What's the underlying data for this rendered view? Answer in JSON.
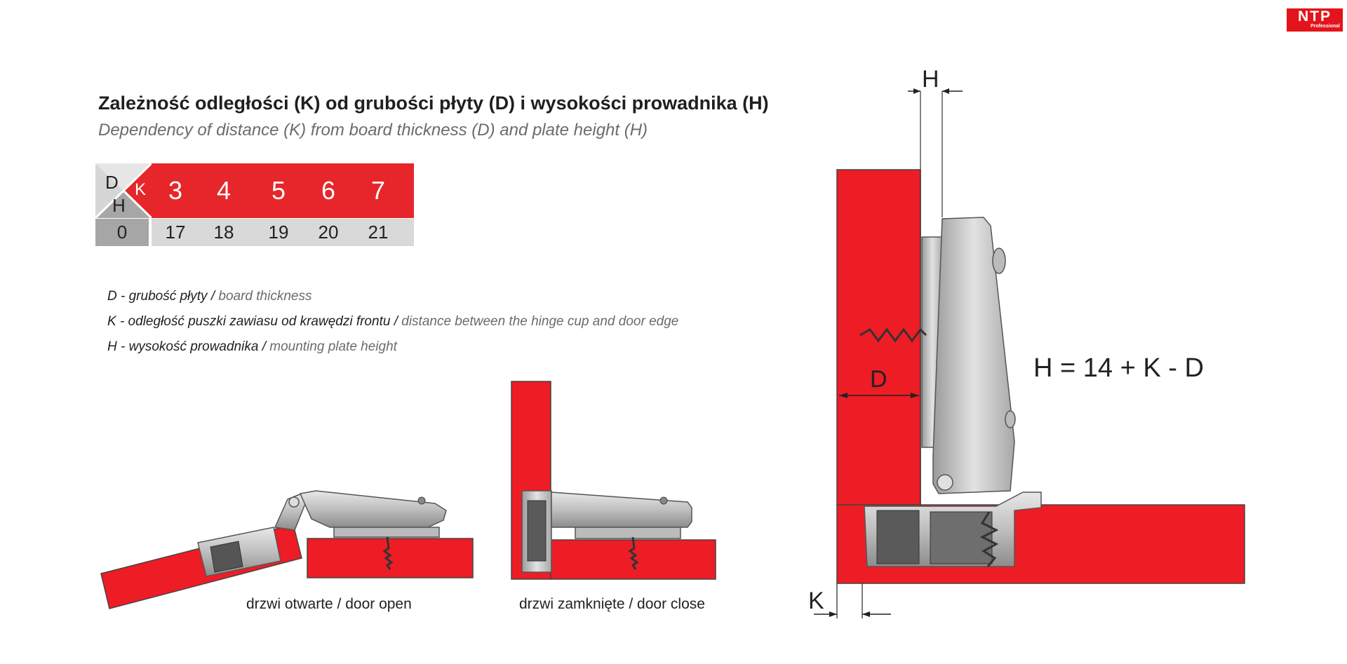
{
  "logo": {
    "brand": "NTP",
    "sub": "Professional"
  },
  "heading": {
    "title": "Zależność odległości (K) od grubości płyty (D) i wysokości prowadnika (H)",
    "subtitle": "Dependency of distance (K) from board thickness (D) and plate height (H)"
  },
  "table": {
    "corner": {
      "d": "D",
      "k": "K",
      "h": "H"
    },
    "h_value": "0",
    "k_values": [
      "3",
      "4",
      "5",
      "6",
      "7"
    ],
    "d_values": [
      "17",
      "18",
      "19",
      "20",
      "21"
    ]
  },
  "legend": [
    {
      "pl": "D - grubość płyty /",
      "en": " board thickness"
    },
    {
      "pl": "K - odległość puszki zawiasu od krawędzi frontu /",
      "en": " distance between the hinge cup and door edge"
    },
    {
      "pl": "H - wysokość prowadnika /",
      "en": " mounting plate height"
    }
  ],
  "captions": {
    "open": "drzwi otwarte / door open",
    "close": "drzwi zamknięte / door close"
  },
  "diagram": {
    "formula": "H = 14 + K - D",
    "label_h": "H",
    "label_d": "D",
    "label_k": "K"
  },
  "colors": {
    "board_red": "#ee1c25",
    "table_red": "#e6262a",
    "table_gray": "#d9d9d9",
    "metal": "#bdbdbd"
  }
}
